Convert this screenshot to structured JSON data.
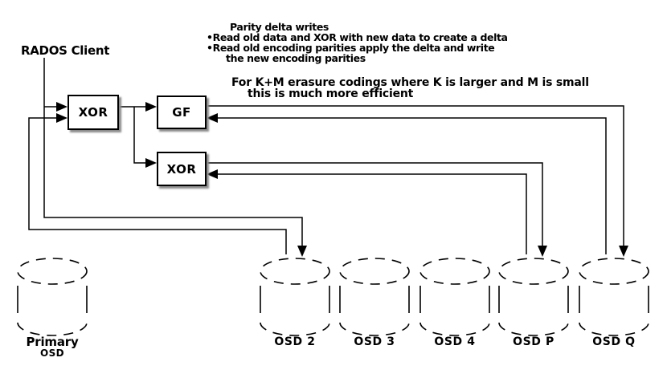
{
  "client": {
    "label": "RADOS Client"
  },
  "notes": {
    "title": "Parity delta writes",
    "bullet_char": "•",
    "bullets": [
      "Read old data and XOR with new data to create a delta",
      "Read old encoding parities apply the delta and write"
    ],
    "bullet_continuation": "the new encoding parities",
    "efficiency_line1": "For K+M erasure codings where K is larger and M is small",
    "efficiency_line2": "this is much more efficient"
  },
  "boxes": {
    "xor1": "XOR",
    "gf": "GF",
    "xor2": "XOR"
  },
  "osds": [
    {
      "label": "Primary",
      "sublabel": "OSD"
    },
    {
      "label": "OSD 2"
    },
    {
      "label": "OSD 3"
    },
    {
      "label": "OSD 4"
    },
    {
      "label": "OSD P"
    },
    {
      "label": "OSD Q"
    }
  ],
  "colors": {
    "line": "#000000",
    "text": "#000000",
    "box_fill": "#ffffff",
    "box_shadow": "#8c8c8c",
    "background": "#ffffff"
  }
}
